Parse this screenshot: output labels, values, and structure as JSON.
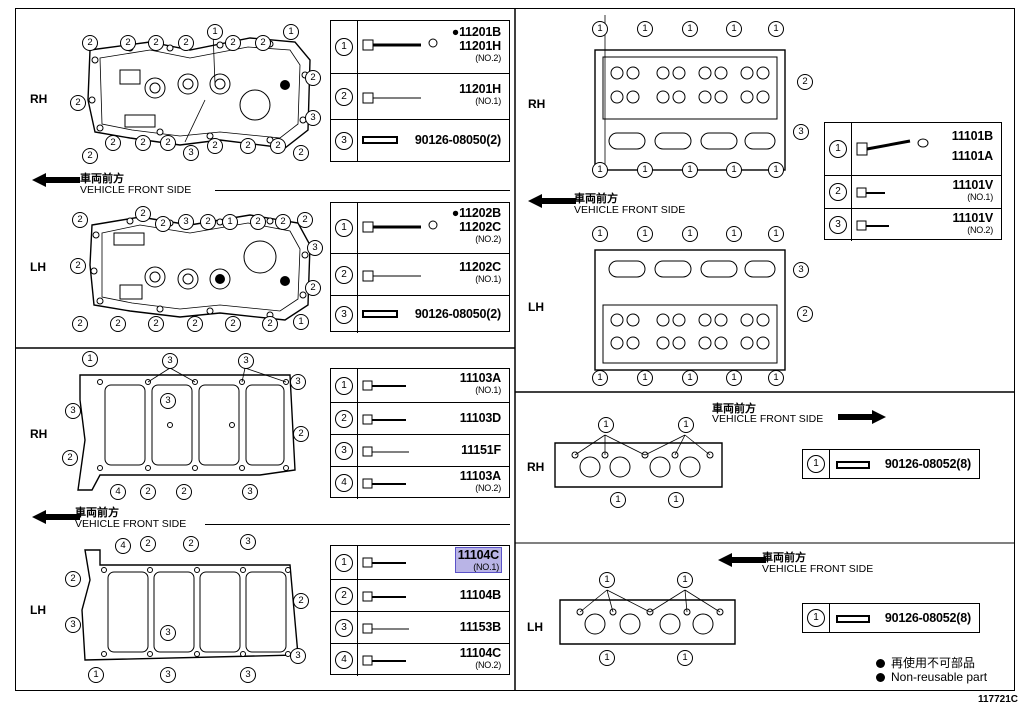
{
  "figure_id": "117721C",
  "direction": {
    "jp": "車両前方",
    "en": "VEHICLE FRONT SIDE"
  },
  "sides": {
    "rh": "RH",
    "lh": "LH"
  },
  "legend": {
    "jp": "再使用不可部品",
    "en": "Non-reusable part"
  },
  "panels": {
    "valve_cover_rh": {
      "table": [
        {
          "idx": "①",
          "pn": "●11201B",
          "pn2": "11201H",
          "note": "(NO.2)"
        },
        {
          "idx": "②",
          "pn": "11201H",
          "note": "(NO.1)"
        },
        {
          "idx": "③",
          "pn": "90126-08050(2)"
        }
      ]
    },
    "valve_cover_lh": {
      "table": [
        {
          "idx": "①",
          "pn": "●11202B",
          "pn2": "11202C",
          "note": "(NO.2)"
        },
        {
          "idx": "②",
          "pn": "11202C",
          "note": "(NO.1)"
        },
        {
          "idx": "③",
          "pn": "90126-08050(2)"
        }
      ]
    },
    "head_top": {
      "table": [
        {
          "idx": "①",
          "pn": "11101B",
          "pn2": "11101A"
        },
        {
          "idx": "②",
          "pn": "11101V",
          "note": "(NO.1)"
        },
        {
          "idx": "③",
          "pn": "11101V",
          "note": "(NO.2)"
        }
      ]
    },
    "gasket_rh": {
      "table": [
        {
          "idx": "①",
          "pn": "11103A",
          "note": "(NO.1)"
        },
        {
          "idx": "②",
          "pn": "11103D"
        },
        {
          "idx": "③",
          "pn": "11151F"
        },
        {
          "idx": "④",
          "pn": "11103A",
          "note": "(NO.2)"
        }
      ]
    },
    "gasket_lh": {
      "table": [
        {
          "idx": "①",
          "pn": "11104C",
          "note": "(NO.1)",
          "highlight": true
        },
        {
          "idx": "②",
          "pn": "11104B"
        },
        {
          "idx": "③",
          "pn": "11153B"
        },
        {
          "idx": "④",
          "pn": "11104C",
          "note": "(NO.2)"
        }
      ]
    },
    "side_rh": {
      "table": [
        {
          "idx": "①",
          "pn": "90126-08052(8)"
        }
      ]
    },
    "side_lh": {
      "table": [
        {
          "idx": "①",
          "pn": "90126-08052(8)"
        }
      ]
    }
  },
  "callout_labels": {
    "c1": "1",
    "c2": "2",
    "c3": "3",
    "c4": "4"
  }
}
